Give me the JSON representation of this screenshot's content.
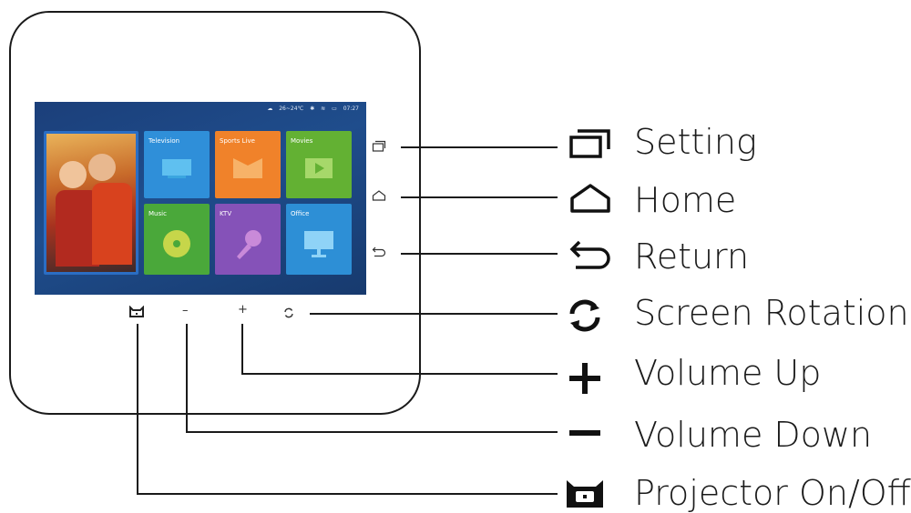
{
  "status_bar": {
    "temperature": "26~24℃",
    "time": "07:27"
  },
  "tiles": [
    {
      "label": "Television",
      "color": "#2f8fd9",
      "icon": "television-icon"
    },
    {
      "label": "Sports Live",
      "color": "#f0822a",
      "icon": "sports-live-icon"
    },
    {
      "label": "Movies",
      "color": "#63b133",
      "icon": "movies-icon"
    },
    {
      "label": "Music",
      "color": "#4aa83a",
      "icon": "music-icon"
    },
    {
      "label": "KTV",
      "color": "#8552b8",
      "icon": "ktv-icon"
    },
    {
      "label": "Office",
      "color": "#2d8fd6",
      "icon": "office-icon"
    }
  ],
  "buttons": {
    "setting": "Setting",
    "home": "Home",
    "return": "Return",
    "screen_rotation": "Screen Rotation",
    "volume_up": "Volume Up",
    "volume_down": "Volume Down",
    "power": "Projector On/Off"
  },
  "button_glyphs": {
    "volume_up": "+",
    "volume_down": "–"
  }
}
